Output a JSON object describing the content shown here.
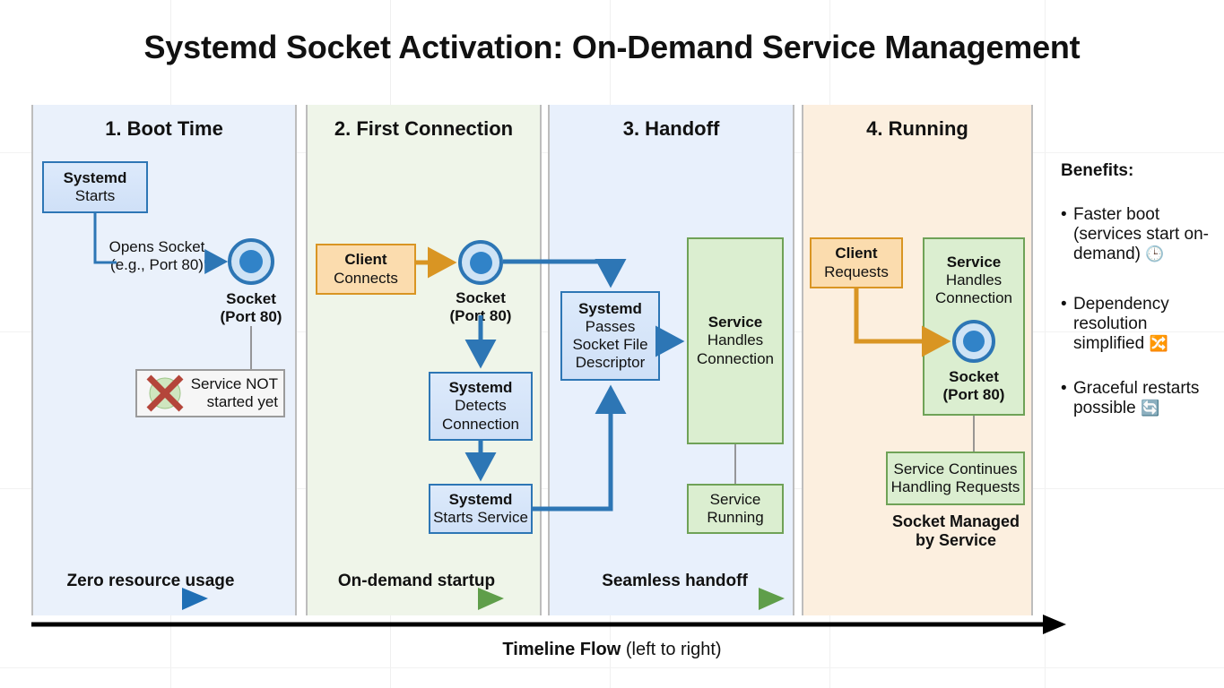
{
  "title": "Systemd Socket Activation: On-Demand Service Management",
  "columns": [
    {
      "id": "boot-time",
      "heading": "1. Boot Time",
      "phase_label": "Zero resource usage",
      "nodes": {
        "systemd_starts": {
          "bold": "Systemd",
          "rest": "Starts"
        },
        "edge_label_line1": "Opens Socket",
        "edge_label_line2": "(e.g., Port 80)",
        "socket_caption_line1": "Socket",
        "socket_caption_line2": "(Port 80)",
        "not_started_line1": "Service NOT",
        "not_started_line2": "started yet"
      }
    },
    {
      "id": "first-connection",
      "heading": "2. First Connection",
      "phase_label": "On-demand startup",
      "nodes": {
        "client": {
          "bold": "Client",
          "rest": "Connects"
        },
        "socket_caption_line1": "Socket",
        "socket_caption_line2": "(Port 80)",
        "detects": {
          "bold": "Systemd",
          "line2": "Detects",
          "line3": "Connection"
        },
        "starts": {
          "bold": "Systemd",
          "rest": "Starts Service"
        }
      }
    },
    {
      "id": "handoff",
      "heading": "3. Handoff",
      "phase_label": "Seamless handoff",
      "nodes": {
        "passes": {
          "bold": "Systemd",
          "line2": "Passes",
          "line3": "Socket File",
          "line4": "Descriptor"
        },
        "handles": {
          "bold": "Service",
          "line2": "Handles",
          "line3": "Connection"
        },
        "running": {
          "line1": "Service",
          "line2": "Running"
        }
      }
    },
    {
      "id": "running",
      "heading": "4. Running",
      "phase_label": "",
      "nodes": {
        "client": {
          "bold": "Client",
          "rest": "Requests"
        },
        "handles": {
          "bold": "Service",
          "line2": "Handles",
          "line3": "Connection"
        },
        "socket_caption_line1": "Socket",
        "socket_caption_line2": "(Port 80)",
        "continues_line1": "Service Continues",
        "continues_line2": "Handling Requests",
        "footer_line1": "Socket Managed",
        "footer_line2": "by Service"
      }
    }
  ],
  "benefits": {
    "title": "Benefits:",
    "items": [
      {
        "text": "Faster boot (services start on-demand)",
        "icon": "clock-icon",
        "glyph": "🕒"
      },
      {
        "text": "Dependency resolution simplified",
        "icon": "network-nodes-icon",
        "glyph": "🔀"
      },
      {
        "text": "Graceful restarts possible",
        "icon": "recycle-icon",
        "glyph": "🔄"
      }
    ]
  },
  "timeline": {
    "bold": "Timeline Flow",
    "rest": "(left to right)"
  },
  "colors": {
    "blue": "#2d76b5",
    "blue_fill": "#dbe8fa",
    "green": "#6fa257",
    "green_fill": "#dbeed0",
    "orange": "#d99523",
    "orange_fill": "#fbdcae",
    "col1_bg": "#eaf1fb",
    "col2_bg": "#eff5e9",
    "col3_bg": "#e8f0fc",
    "col4_bg": "#fcefdf"
  }
}
